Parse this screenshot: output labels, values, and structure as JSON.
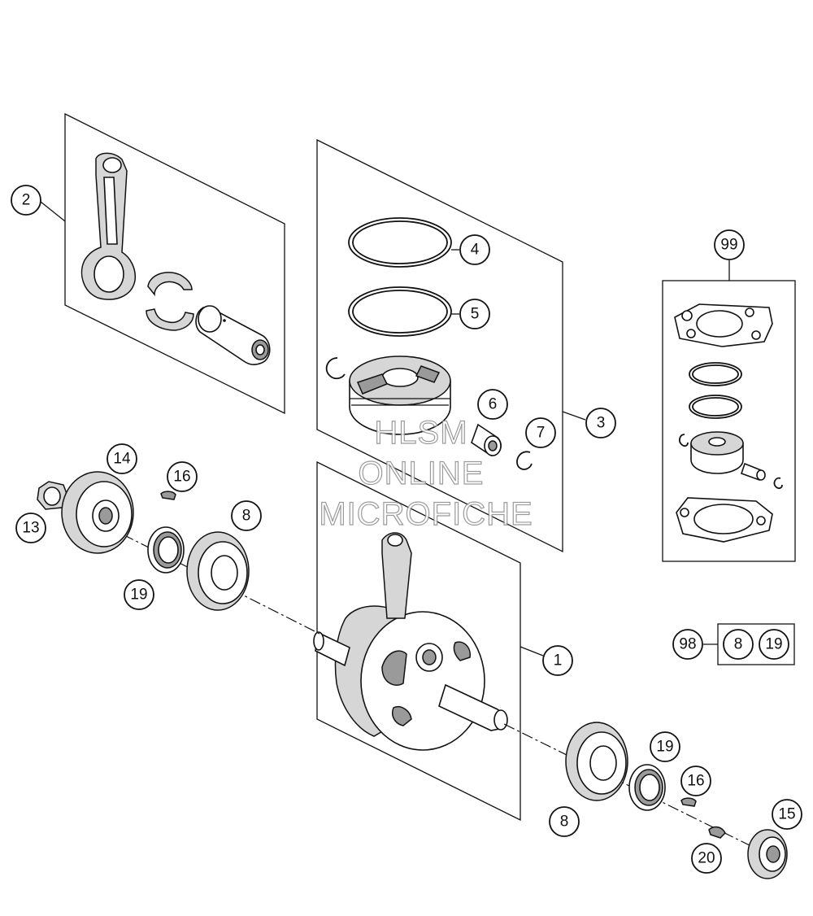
{
  "callouts": {
    "c1": "1",
    "c2": "2",
    "c3": "3",
    "c4": "4",
    "c5": "5",
    "c6": "6",
    "c7": "7",
    "c8a": "8",
    "c8b": "8",
    "c13": "13",
    "c14": "14",
    "c15": "15",
    "c16a": "16",
    "c16b": "16",
    "c19a": "19",
    "c19b": "19",
    "c20": "20",
    "c98": "98",
    "c99": "99",
    "kit98_a": "8",
    "kit98_b": "19"
  },
  "watermark": [
    "HLSM",
    "ONLINE",
    "MICROFICHE"
  ],
  "colors": {
    "line": "#111111",
    "fill_light": "#d6d6d6",
    "fill_dark": "#9a9a9a",
    "watermark_stroke": "#8a8a8a"
  }
}
